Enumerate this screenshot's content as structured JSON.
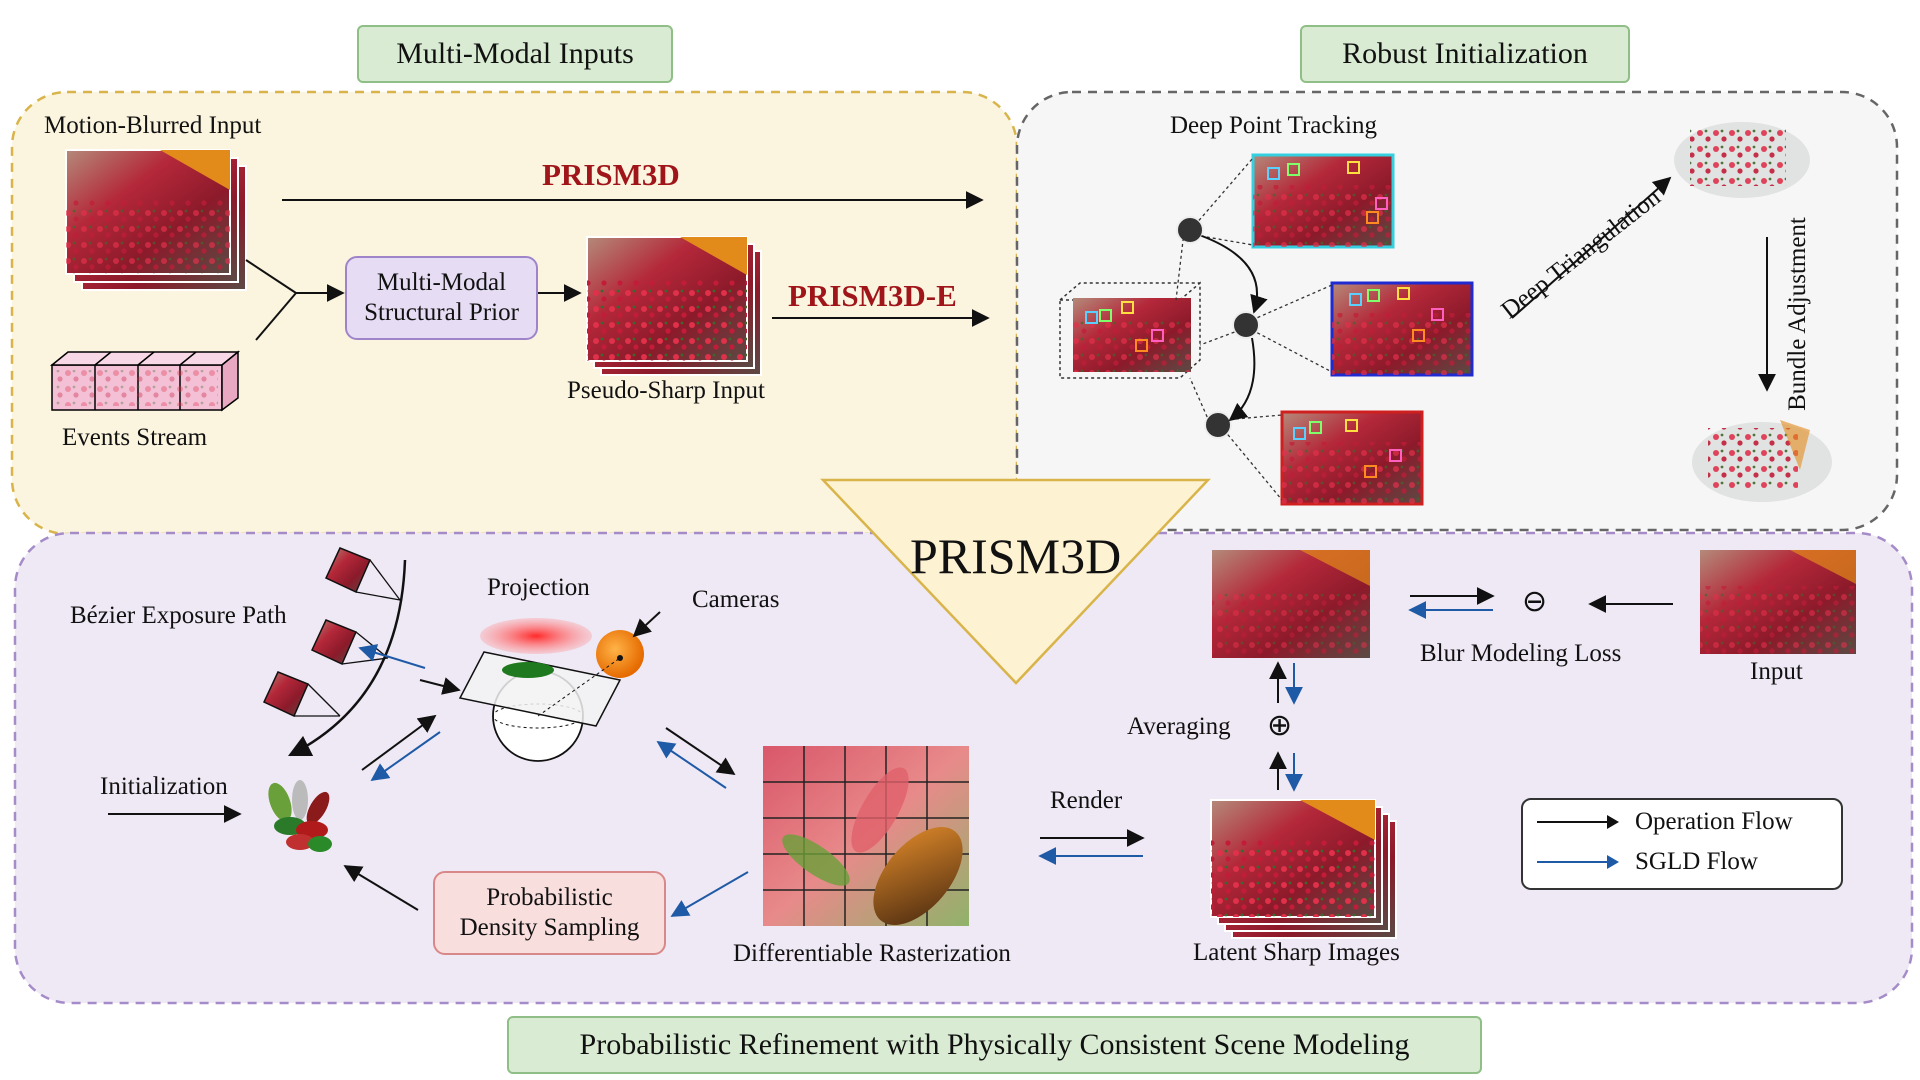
{
  "sections": {
    "inputs_title": "Multi-Modal Inputs",
    "init_title": "Robust Initialization",
    "refine_title": "Probabilistic Refinement with Physically Consistent Scene Modeling"
  },
  "inputs": {
    "motion_blurred": "Motion-Blurred Input",
    "events": "Events Stream",
    "prior_line1": "Multi-Modal",
    "prior_line2": "Structural Prior",
    "pseudo_sharp": "Pseudo-Sharp Input",
    "method_top": "PRISM3D",
    "method_events": "PRISM3D-E"
  },
  "init": {
    "tracking": "Deep Point Tracking",
    "triangulation": "Deep Triangulation",
    "bundle": "Bundle Adjustment"
  },
  "center_title": "PRISM3D",
  "refine": {
    "bezier": "Bézier Exposure Path",
    "projection": "Projection",
    "cameras": "Cameras",
    "initialization": "Initialization",
    "sampling_line1": "Probabilistic",
    "sampling_line2": "Density Sampling",
    "rasterization": "Differentiable Rasterization",
    "render": "Render",
    "averaging": "Averaging",
    "latent": "Latent Sharp Images",
    "blur_loss": "Blur Modeling Loss",
    "input": "Input"
  },
  "legend": {
    "operation": "Operation Flow",
    "sgld": "SGLD Flow"
  },
  "colors": {
    "operation_flow": "#111111",
    "sgld_flow": "#1f5aa6",
    "method_red": "#a01519"
  }
}
